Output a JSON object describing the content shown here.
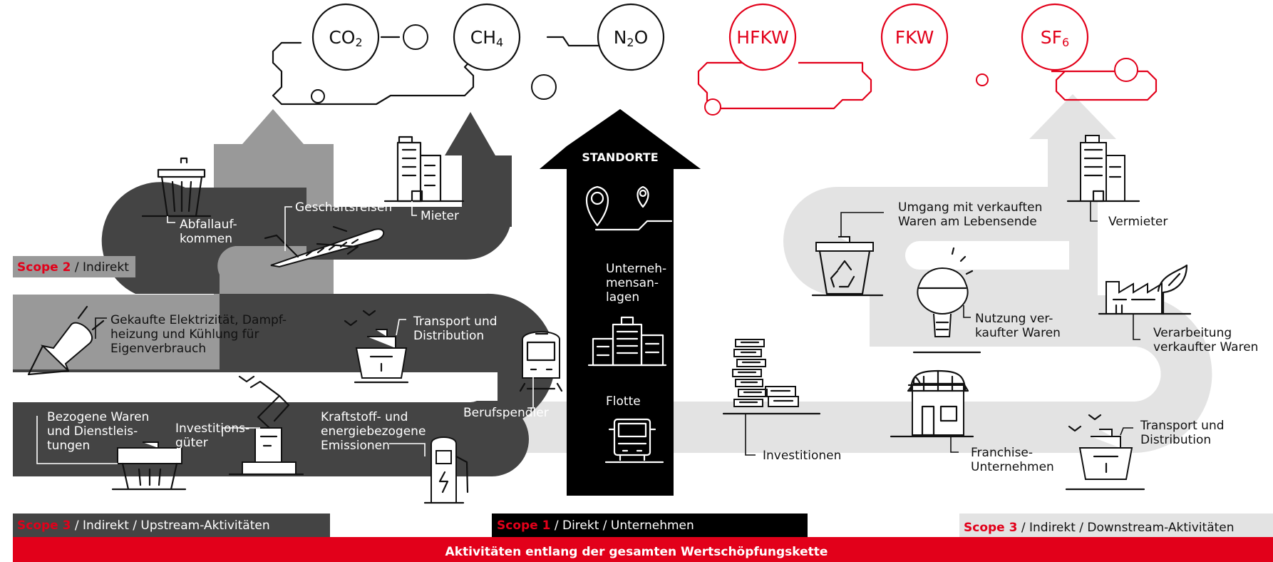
{
  "gases": {
    "co2": {
      "base": "CO",
      "sub": "2"
    },
    "ch4": {
      "base": "CH",
      "sub": "4"
    },
    "n2o": {
      "pre": "N",
      "sub": "2",
      "post": "O"
    },
    "hfkw": "HFKW",
    "fkw": "FKW",
    "sf6": {
      "base": "SF",
      "sub": "6"
    }
  },
  "colors": {
    "red": "#e2001a",
    "dark": "#444444",
    "mid": "#999999",
    "light": "#e3e3e3",
    "black": "#000000"
  },
  "scopes": {
    "scope2": {
      "key": "Scope 2",
      "rest": " / Indirekt"
    },
    "scope3_up": {
      "key": "Scope 3",
      "rest": " / Indirekt / Upstream-Aktivitäten"
    },
    "scope1": {
      "key": "Scope 1",
      "rest": " / Direkt / Unternehmen"
    },
    "scope3_down": {
      "key": "Scope 3",
      "rest": " / Indirekt / Downstream-Aktivitäten"
    }
  },
  "footer": "Aktivitäten entlang der gesamten Wertschöpfungskette",
  "center": {
    "standorte": "STANDORTE",
    "anlagen": [
      "Unterneh-",
      "mensan-",
      "lagen"
    ],
    "flotte": "Flotte"
  },
  "upstream": {
    "abfall": [
      "Abfallauf-",
      "kommen"
    ],
    "reisen": "Geschäftsreisen",
    "mieter": "Mieter",
    "elektr": [
      "Gekaufte Elektrizität, Dampf-",
      "heizung und Kühlung für",
      "Eigenverbrauch"
    ],
    "transport": [
      "Transport und",
      "Distribution"
    ],
    "waren": [
      "Bezogene Waren",
      "und Dienstleis-",
      "tungen"
    ],
    "invest_gueter": [
      "Investitions-",
      "güter"
    ],
    "kraftstoff": [
      "Kraftstoff- und",
      "energiebezogene",
      "Emissionen"
    ],
    "pendler": "Berufspendler"
  },
  "downstream": {
    "lebensende": [
      "Umgang mit verkauften",
      "Waren am Lebensende"
    ],
    "vermieter": "Vermieter",
    "nutzung": [
      "Nutzung ver-",
      "kaufter Waren"
    ],
    "verarbeitung": [
      "Verarbeitung",
      "verkaufter Waren"
    ],
    "investitionen": "Investitionen",
    "franchise": [
      "Franchise-",
      "Unternehmen"
    ],
    "transport": [
      "Transport und",
      "Distribution"
    ]
  },
  "icons": [
    "trash-icon",
    "plane-icon",
    "building-icon",
    "plug-icon",
    "ship-icon",
    "train-icon",
    "basket-icon",
    "robot-arm-icon",
    "charging-station-icon",
    "location-pin-icon",
    "truck-icon",
    "recycle-bin-icon",
    "lightbulb-icon",
    "factory-icon",
    "coin-stack-icon",
    "shop-icon"
  ]
}
